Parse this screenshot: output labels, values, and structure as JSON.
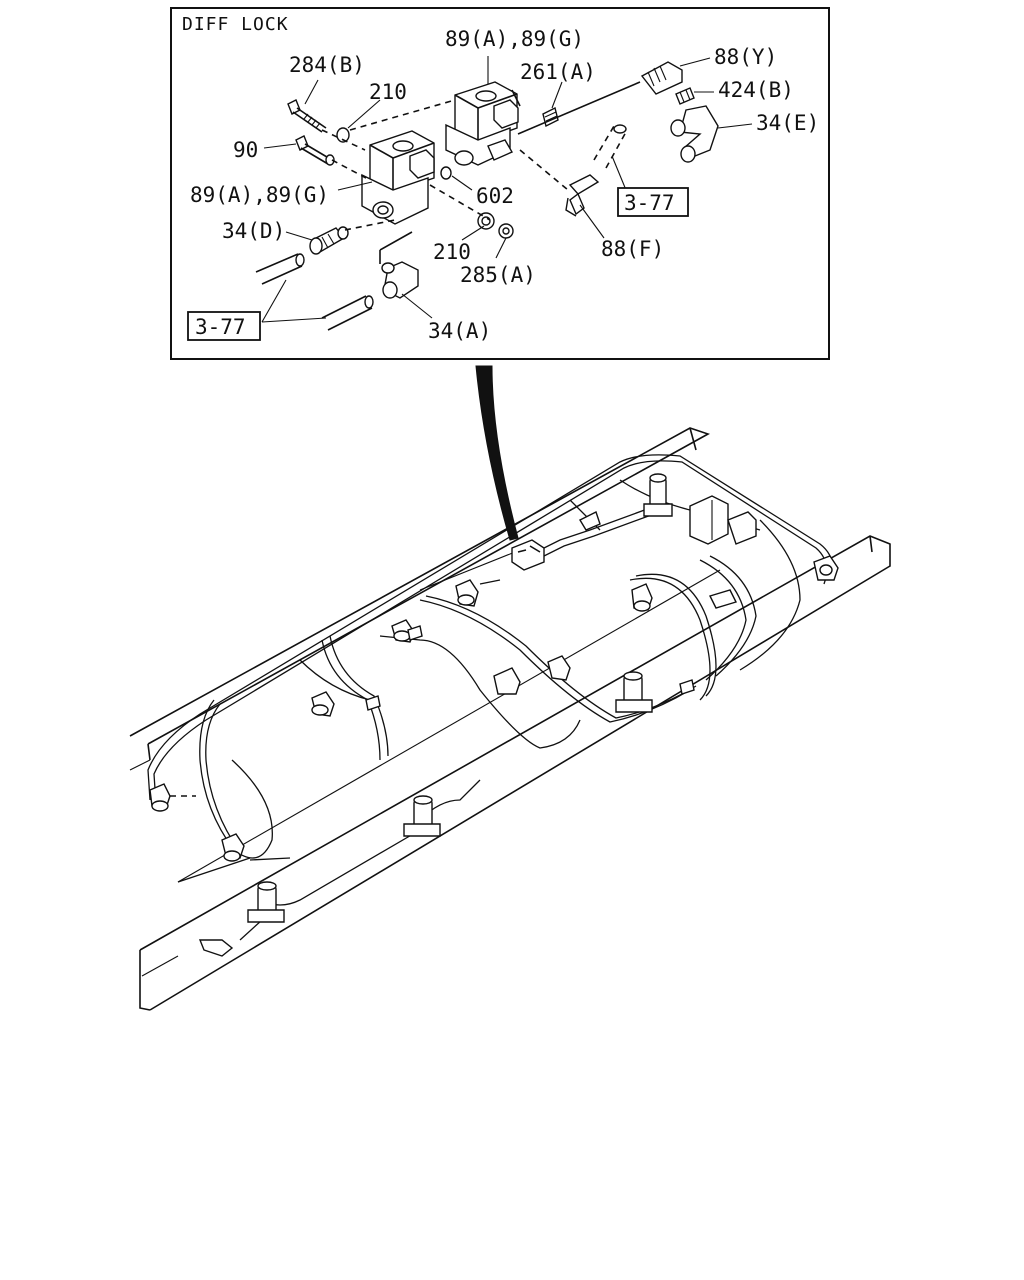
{
  "inset": {
    "title": "DIFF LOCK",
    "labels": {
      "l_89a_top": "89(A),89(G)",
      "l_284b": "284(B)",
      "l_210_top": "210",
      "l_261a": "261(A)",
      "l_88y": "88(Y)",
      "l_424b": "424(B)",
      "l_34e": "34(E)",
      "l_90": "90",
      "l_89a_left": "89(A),89(G)",
      "l_602": "602",
      "l_34d": "34(D)",
      "l_210_bot": "210",
      "l_285a": "285(A)",
      "l_88f": "88(F)",
      "l_34a": "34(A)"
    },
    "refs": {
      "ref_right": "3-77",
      "ref_left": "3-77"
    }
  }
}
